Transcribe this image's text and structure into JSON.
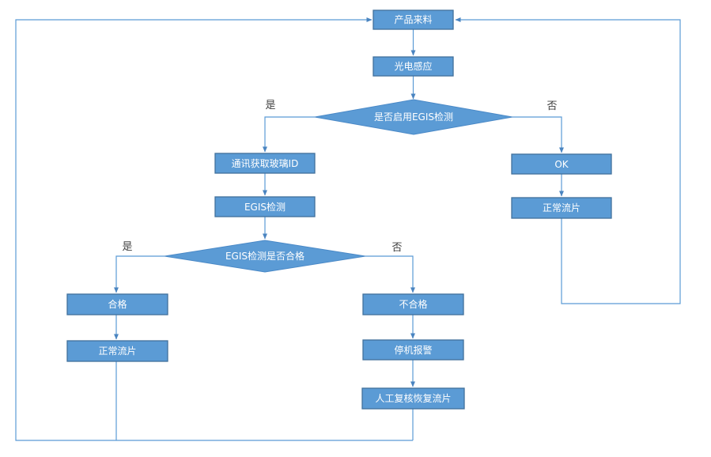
{
  "diagram": {
    "type": "flowchart",
    "background": "#ffffff",
    "colors": {
      "node_fill": "#5b9bd5",
      "node_border": "#41719c",
      "connector": "#5b9bd5",
      "node_text": "#ffffff",
      "branch_label_text": "#404040"
    },
    "nodes": [
      {
        "id": "product-incoming",
        "shape": "process",
        "label": "产品来料"
      },
      {
        "id": "photoelectric-sensing",
        "shape": "process",
        "label": "光电感应"
      },
      {
        "id": "egis-enabled-decision",
        "shape": "decision",
        "label": "是否启用EGIS检测"
      },
      {
        "id": "get-glass-id",
        "shape": "process",
        "label": "通讯获取玻璃ID"
      },
      {
        "id": "egis-inspection",
        "shape": "process",
        "label": "EGIS检测"
      },
      {
        "id": "ok",
        "shape": "process",
        "label": "OK"
      },
      {
        "id": "normal-flow-right",
        "shape": "process",
        "label": "正常流片"
      },
      {
        "id": "egis-pass-decision",
        "shape": "decision",
        "label": "EGIS检测是否合格"
      },
      {
        "id": "qualified",
        "shape": "process",
        "label": "合格"
      },
      {
        "id": "normal-flow-left",
        "shape": "process",
        "label": "正常流片"
      },
      {
        "id": "unqualified",
        "shape": "process",
        "label": "不合格"
      },
      {
        "id": "stop-alarm",
        "shape": "process",
        "label": "停机报警"
      },
      {
        "id": "manual-review-resume",
        "shape": "process",
        "label": "人工复核恢复流片"
      }
    ],
    "branch_labels": [
      {
        "id": "egis-enabled-yes",
        "label": "是"
      },
      {
        "id": "egis-enabled-no",
        "label": "否"
      },
      {
        "id": "egis-pass-yes",
        "label": "是"
      },
      {
        "id": "egis-pass-no",
        "label": "否"
      }
    ]
  }
}
